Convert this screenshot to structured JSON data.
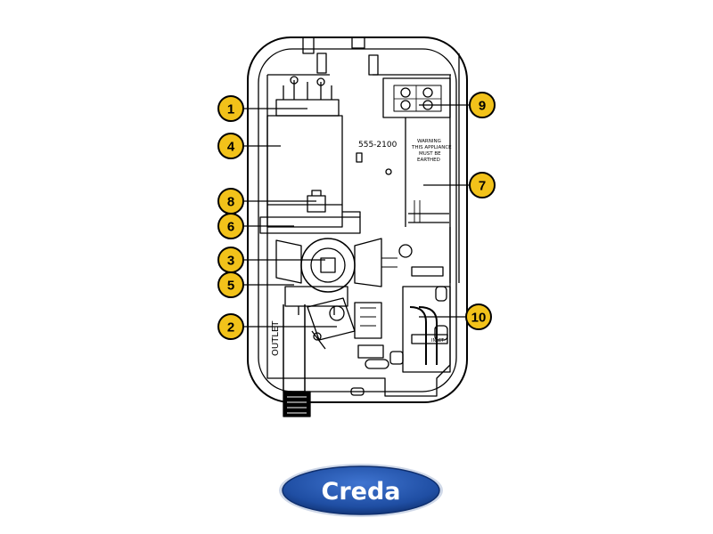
{
  "diagram": {
    "model_code": "555-2100",
    "warning_lines": [
      "WARNING",
      "THIS APPLIANCE",
      "MUST BE",
      "EARTHED"
    ],
    "outlet_label": "OUTLET",
    "inlet_label": "INLET"
  },
  "callouts": [
    {
      "number": "1",
      "part": "part-1"
    },
    {
      "number": "4",
      "part": "part-4"
    },
    {
      "number": "8",
      "part": "part-8"
    },
    {
      "number": "6",
      "part": "part-6"
    },
    {
      "number": "3",
      "part": "part-3"
    },
    {
      "number": "5",
      "part": "part-5"
    },
    {
      "number": "2",
      "part": "part-2"
    },
    {
      "number": "9",
      "part": "part-9"
    },
    {
      "number": "7",
      "part": "part-7"
    },
    {
      "number": "10",
      "part": "part-10"
    }
  ],
  "brand": {
    "name": "Creda",
    "colors": {
      "logo_fill": "#1f4ea3",
      "logo_edge": "#0f2f6e",
      "callout_fill": "#f2c21a",
      "line": "#000000"
    }
  }
}
